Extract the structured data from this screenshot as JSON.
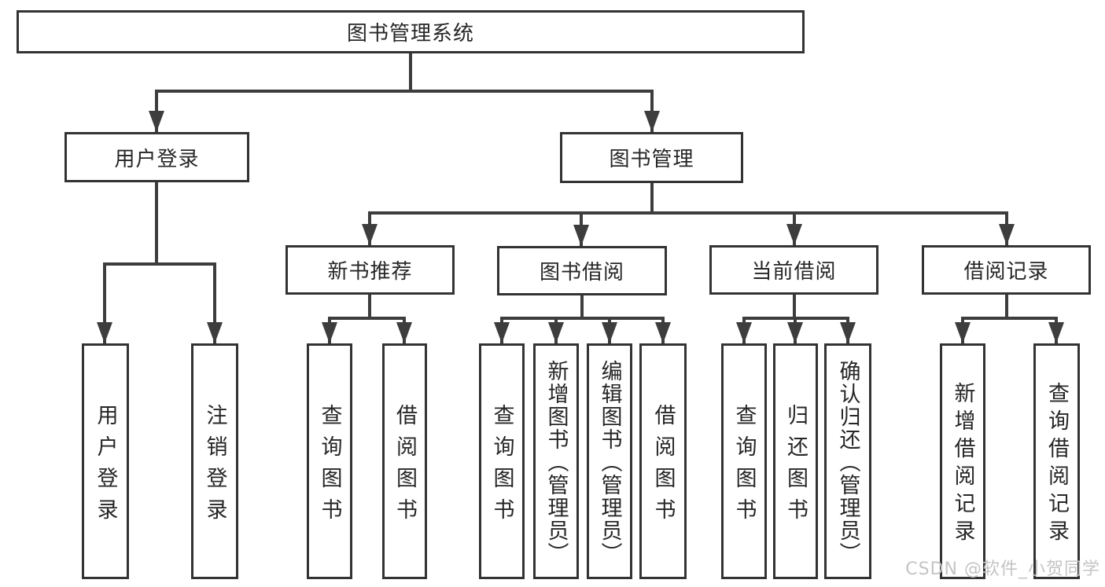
{
  "tree": {
    "root": {
      "label": "图书管理系统"
    },
    "children": [
      {
        "label": "用户登录",
        "children": [
          {
            "label": "用户登录"
          },
          {
            "label": "注销登录"
          }
        ]
      },
      {
        "label": "图书管理",
        "children": [
          {
            "label": "新书推荐",
            "children": [
              {
                "label": "查询图书"
              },
              {
                "label": "借阅图书"
              }
            ]
          },
          {
            "label": "图书借阅",
            "children": [
              {
                "label": "查询图书"
              },
              {
                "label": "新增图书（管理员）"
              },
              {
                "label": "编辑图书（管理员）"
              },
              {
                "label": "借阅图书"
              }
            ]
          },
          {
            "label": "当前借阅",
            "children": [
              {
                "label": "查询图书"
              },
              {
                "label": "归还图书"
              },
              {
                "label": "确认归还（管理员）"
              }
            ]
          },
          {
            "label": "借阅记录",
            "children": [
              {
                "label": "新增借阅记录"
              },
              {
                "label": "查询借阅记录"
              }
            ]
          }
        ]
      }
    ]
  },
  "watermark": {
    "text": "CSDN @软件_小贺同学"
  },
  "colors": {
    "line": "#3d3d3d",
    "box_border": "#333333",
    "text": "#262626",
    "watermark": "#c4c4c4",
    "background": "#ffffff"
  }
}
